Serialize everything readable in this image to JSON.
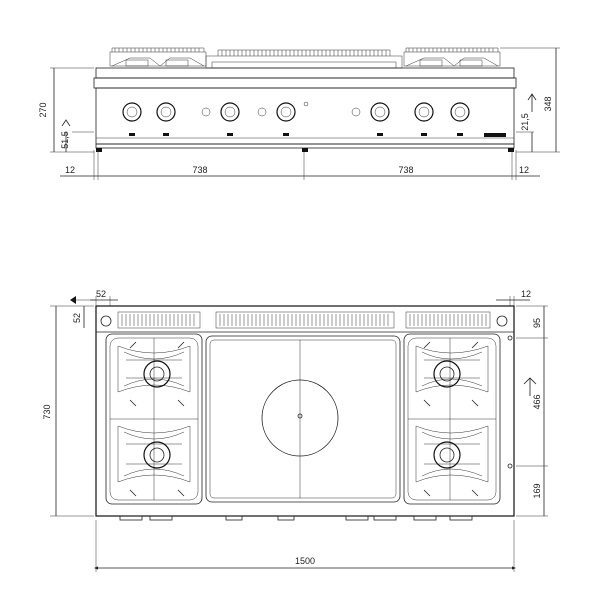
{
  "front_view": {
    "dims": {
      "height_total": "270",
      "height_knob": "51,5",
      "depth_side": "348",
      "offset_side": "21,5",
      "left_margin": "12",
      "left_width": "738",
      "right_width": "738",
      "right_margin": "12"
    }
  },
  "top_view": {
    "dims": {
      "left_offset_x": "52",
      "left_offset_y": "52",
      "right_offset": "12",
      "depth_total": "730",
      "back_strip": "95",
      "mid_span": "466",
      "front_strip": "169",
      "width_total": "1500"
    }
  }
}
